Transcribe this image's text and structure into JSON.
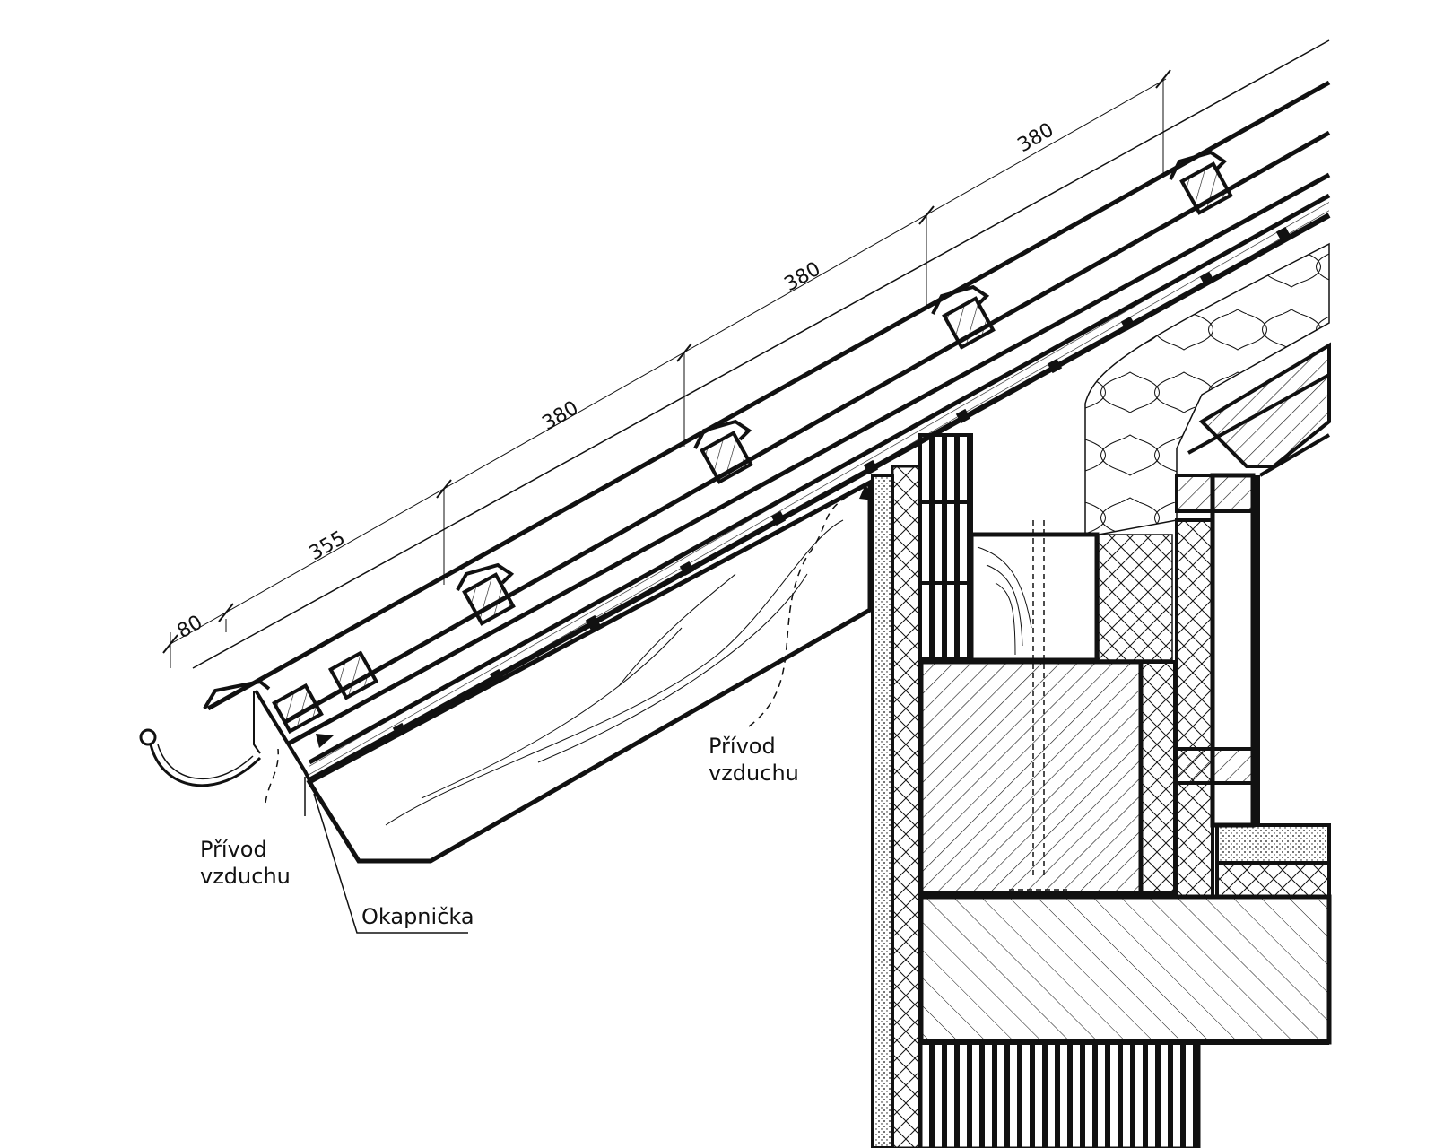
{
  "drawing": {
    "dimensions": [
      "80",
      "355",
      "380",
      "380",
      "380"
    ],
    "labels": {
      "intake_left_line1": "Přívod",
      "intake_left_line2": "vzduchu",
      "intake_right_line1": "Přívod",
      "intake_right_line2": "vzduchu",
      "drip_edge": "Okapnička"
    }
  },
  "colors": {
    "ink": "#111111",
    "paper": "#ffffff"
  }
}
